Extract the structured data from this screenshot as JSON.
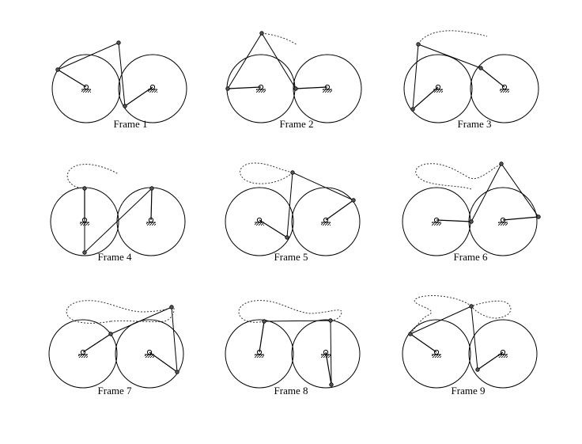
{
  "figure": {
    "frames": [
      {
        "label": "Frame 1",
        "trace_extent": "none"
      },
      {
        "label": "Frame 2",
        "trace_extent": "partial"
      },
      {
        "label": "Frame 3",
        "trace_extent": "partial"
      },
      {
        "label": "Frame 4",
        "trace_extent": "partial"
      },
      {
        "label": "Frame 5",
        "trace_extent": "partial"
      },
      {
        "label": "Frame 6",
        "trace_extent": "partial"
      },
      {
        "label": "Frame 7",
        "trace_extent": "full"
      },
      {
        "label": "Frame 8",
        "trace_extent": "full"
      },
      {
        "label": "Frame 9",
        "trace_extent": "full"
      }
    ],
    "colors": {
      "line": "#000000",
      "trace": "#333333",
      "background": "#ffffff"
    }
  }
}
